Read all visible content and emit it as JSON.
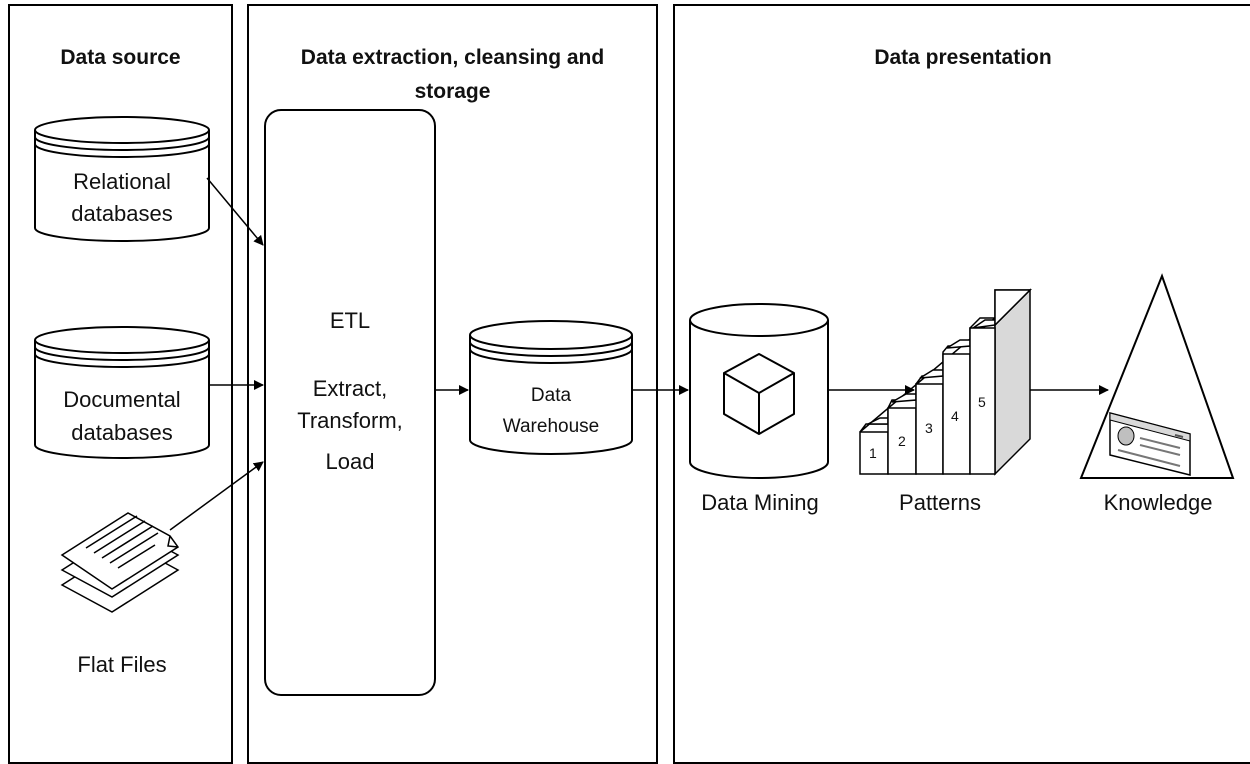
{
  "panels": {
    "source": {
      "title": "Data source"
    },
    "extraction": {
      "title_line1": "Data extraction, cleansing and",
      "title_line2": "storage"
    },
    "presentation": {
      "title": "Data presentation"
    }
  },
  "sources": {
    "relational": {
      "line1": "Relational",
      "line2": "databases"
    },
    "documental": {
      "line1": "Documental",
      "line2": "databases"
    },
    "flat_files": "Flat Files"
  },
  "etl": {
    "title": "ETL",
    "line1": "Extract,",
    "line2": "Transform,",
    "line3": "Load"
  },
  "warehouse": {
    "line1": "Data",
    "line2": "Warehouse"
  },
  "data_mining": "Data Mining",
  "patterns": {
    "label": "Patterns",
    "steps": [
      "1",
      "2",
      "3",
      "4",
      "5"
    ]
  },
  "knowledge": "Knowledge"
}
